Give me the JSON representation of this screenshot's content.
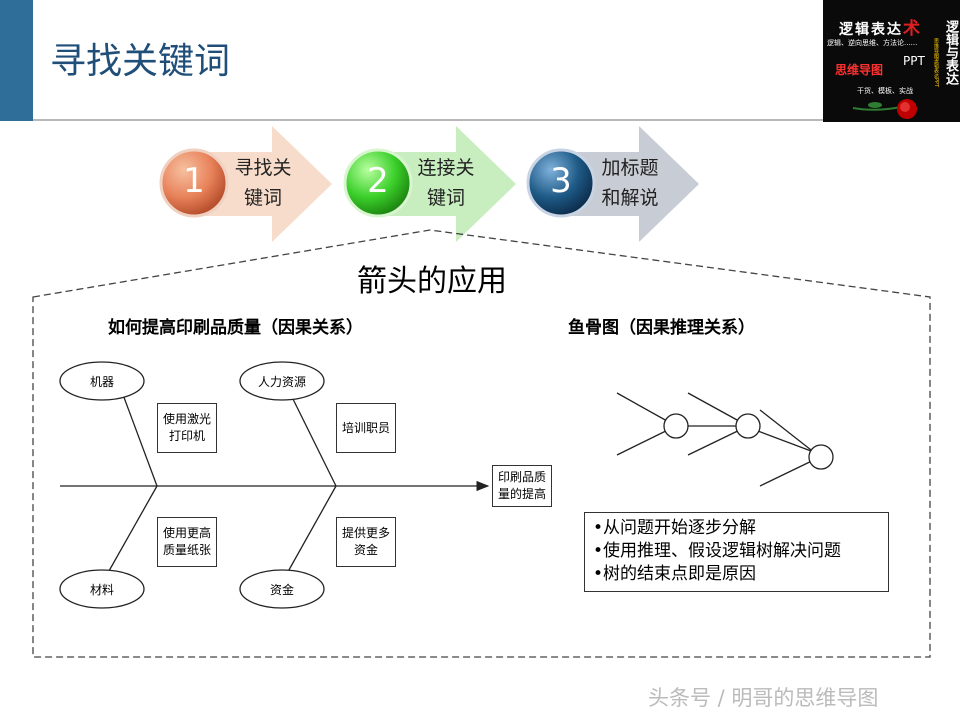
{
  "header": {
    "title": "寻找关键词"
  },
  "logo": {
    "title": "逻辑表达",
    "title_accent": "术",
    "subtitle": "逻辑、逆向思维、方法论......",
    "vertical_small": "思维导图逻辑表达PPT",
    "badge": "思维导图",
    "ppt": "PPT",
    "tagline": "干货、模板、实战",
    "vertical_text": "逻辑与表达"
  },
  "steps": [
    {
      "number": "1",
      "line1": "寻找关",
      "line2": "键词"
    },
    {
      "number": "2",
      "line1": "连接关",
      "line2": "键词"
    },
    {
      "number": "3",
      "line1": "加标题",
      "line2": "和解说"
    }
  ],
  "section_title": "箭头的应用",
  "left_panel": {
    "heading": "如何提高印刷品质量（因果关系）",
    "ovals": {
      "machine": "机器",
      "hr": "人力资源",
      "material": "材料",
      "funds": "资金"
    },
    "boxes": {
      "laser_l1": "使用激光",
      "laser_l2": "打印机",
      "train": "培训职员",
      "paper_l1": "使用更高",
      "paper_l2": "质量纸张",
      "funds_l1": "提供更多",
      "funds_l2": "资金",
      "result_l1": "印刷品质",
      "result_l2": "量的提高"
    }
  },
  "right_panel": {
    "heading": "鱼骨图（因果推理关系）",
    "bullets": [
      "•从问题开始逐步分解",
      "•使用推理、假设逻辑树解决问题",
      "•树的结束点即是原因"
    ]
  },
  "watermark": "头条号 / 明哥的思维导图",
  "colors": {
    "title": "#1f4e79",
    "bar": "#2f6e99",
    "step1": "#e8825a",
    "step2": "#3bcf2a",
    "step3": "#1e5a86"
  }
}
